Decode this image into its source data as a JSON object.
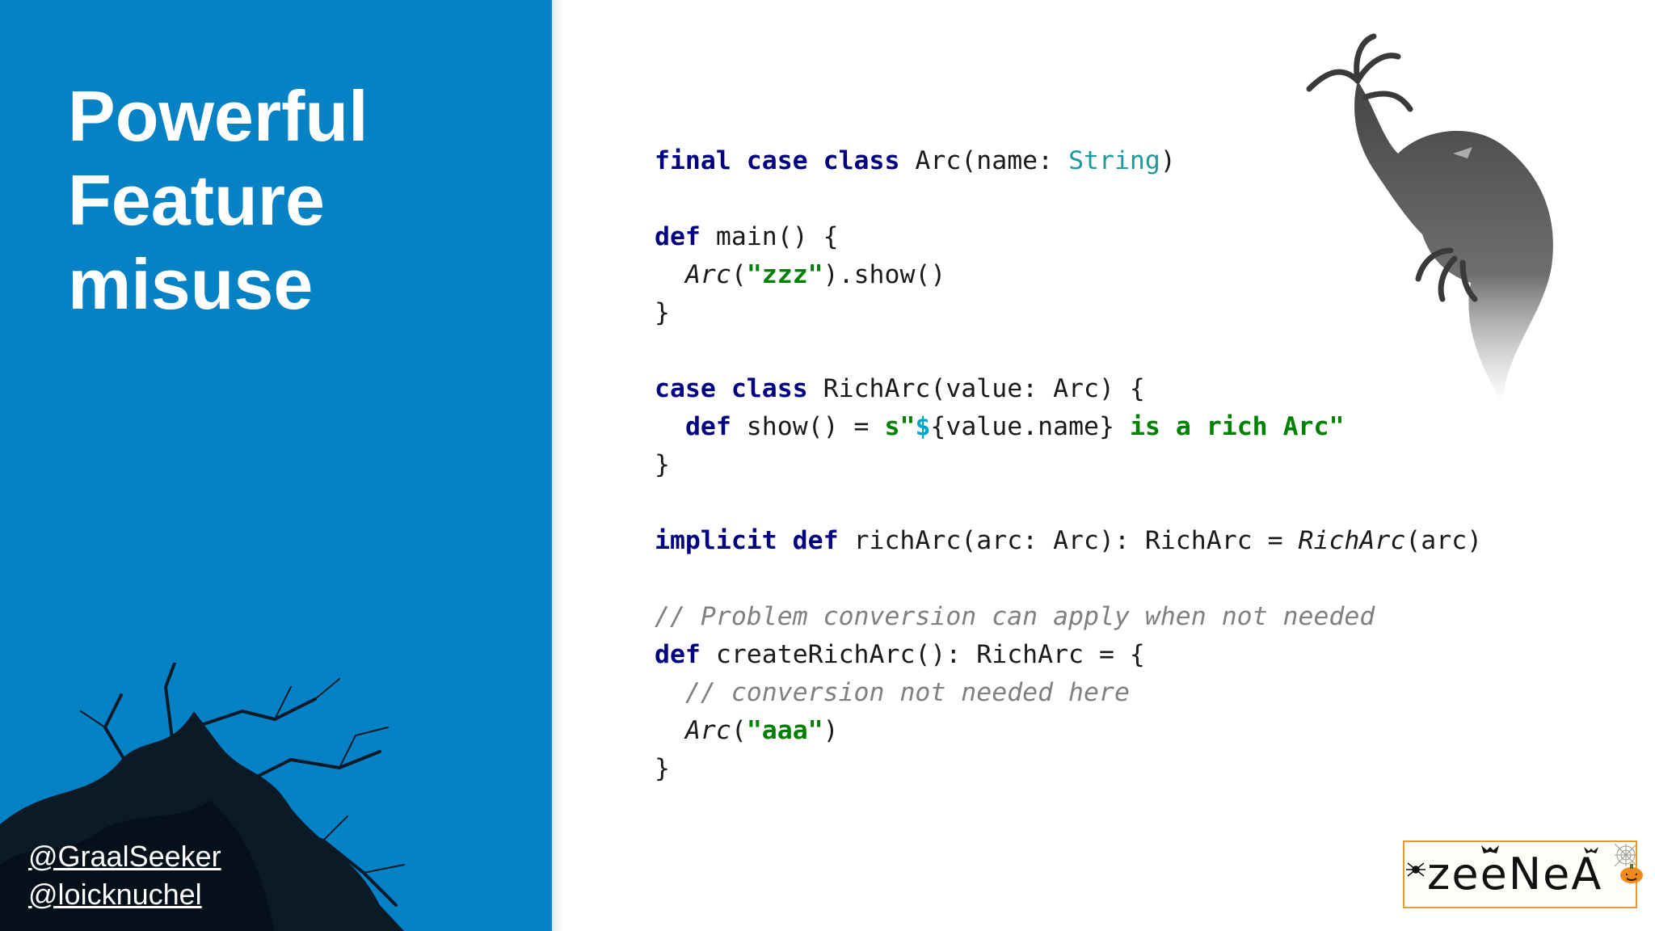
{
  "slide": {
    "title_lines": [
      "Powerful",
      "Feature",
      "misuse"
    ],
    "handles": [
      "@GraalSeeker",
      "@loicknuchel"
    ],
    "logo_text": "zeeNeA"
  },
  "code": {
    "lines": [
      [
        {
          "t": "final case class",
          "c": "kw"
        },
        {
          "t": " Arc(name: "
        },
        {
          "t": "String",
          "c": "type"
        },
        {
          "t": ")"
        }
      ],
      [],
      [
        {
          "t": "def",
          "c": "kw"
        },
        {
          "t": " main() {"
        }
      ],
      [
        {
          "t": "  "
        },
        {
          "t": "Arc",
          "c": "italic"
        },
        {
          "t": "("
        },
        {
          "t": "\"zzz\"",
          "c": "str"
        },
        {
          "t": ").show()"
        }
      ],
      [
        {
          "t": "}"
        }
      ],
      [],
      [
        {
          "t": "case class",
          "c": "kw"
        },
        {
          "t": " RichArc(value: Arc) {"
        }
      ],
      [
        {
          "t": "  "
        },
        {
          "t": "def",
          "c": "kw"
        },
        {
          "t": " show() = "
        },
        {
          "t": "s\"",
          "c": "str"
        },
        {
          "t": "$",
          "c": "interp"
        },
        {
          "t": "{value.name}"
        },
        {
          "t": " is a rich Arc\"",
          "c": "str"
        }
      ],
      [
        {
          "t": "}"
        }
      ],
      [],
      [
        {
          "t": "implicit def",
          "c": "kw"
        },
        {
          "t": " richArc(arc: Arc): RichArc = "
        },
        {
          "t": "RichArc",
          "c": "italic"
        },
        {
          "t": "(arc)"
        }
      ],
      [],
      [
        {
          "t": "// Problem conversion can apply when not needed",
          "c": "comment"
        }
      ],
      [
        {
          "t": "def",
          "c": "kw"
        },
        {
          "t": " createRichArc(): RichArc = {"
        }
      ],
      [
        {
          "t": "  "
        },
        {
          "t": "// conversion not needed here",
          "c": "comment"
        }
      ],
      [
        {
          "t": "  "
        },
        {
          "t": "Arc",
          "c": "italic"
        },
        {
          "t": "("
        },
        {
          "t": "\"aaa\"",
          "c": "str"
        },
        {
          "t": ")"
        }
      ],
      [
        {
          "t": "}"
        }
      ]
    ]
  },
  "colors": {
    "panel_blue": "#0582c6",
    "keyword": "#000080",
    "type": "#20999d",
    "string": "#008000",
    "comment": "#808080",
    "logo_border": "#e39a3b"
  },
  "icons": [
    "ghost-illustration",
    "crack-illustration",
    "spider-icon",
    "bat-icon",
    "pumpkin-icon"
  ]
}
